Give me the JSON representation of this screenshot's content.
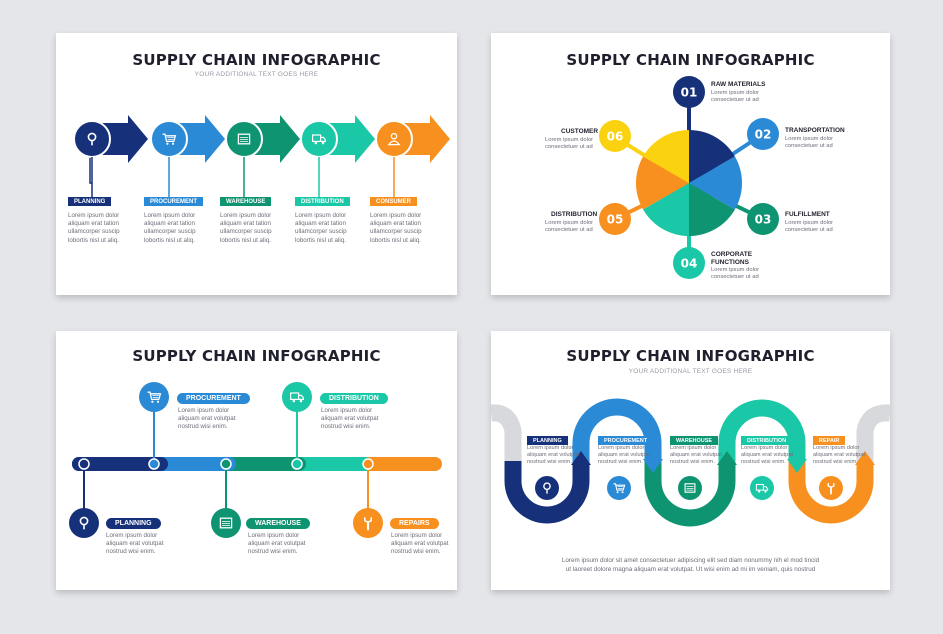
{
  "colors": {
    "navy": "#16307a",
    "blue": "#2b8ad6",
    "green": "#0f9472",
    "teal": "#1ac7a6",
    "orange": "#f7901e",
    "yellow": "#fbd20f",
    "gray": "#d7d9dc"
  },
  "panel1": {
    "title": "SUPPLY CHAIN INFOGRAPHIC",
    "subtitle": "YOUR ADDITIONAL TEXT GOES HERE",
    "steps": [
      {
        "label": "PLANNING",
        "icon": "map-pin-icon",
        "text": "Lorem ipsum dolor\naliquam erat tation\nullamcorper suscip\nlobortis nisl ut aliq."
      },
      {
        "label": "PROCUREMENT",
        "icon": "shopping-cart-icon",
        "text": "Lorem ipsum dolor\naliquam erat tation\nullamcorper suscip\nlobortis nisl ut aliq."
      },
      {
        "label": "WAREHOUSE",
        "icon": "warehouse-icon",
        "text": "Lorem ipsum dolor\naliquam erat tation\nullamcorper suscip\nlobortis nisl ut aliq."
      },
      {
        "label": "DISTRIBUTION",
        "icon": "truck-icon",
        "text": "Lorem ipsum dolor\naliquam erat tation\nullamcorper suscip\nlobortis nisl ut aliq."
      },
      {
        "label": "CONSUMER",
        "icon": "person-icon",
        "text": "Lorem ipsum dolor\naliquam erat tation\nullamcorper suscip\nlobortis nisl ut aliq."
      }
    ]
  },
  "panel2": {
    "title": "SUPPLY CHAIN INFOGRAPHIC",
    "items": [
      {
        "num": "01",
        "label": "RAW MATERIALS",
        "text": "Lorem ipsum dolor\nconsectetuer ut ad"
      },
      {
        "num": "02",
        "label": "TRANSPORTATION",
        "text": "Lorem ipsum dolor\nconsectetuer ut ad"
      },
      {
        "num": "03",
        "label": "FULFILLMENT",
        "text": "Lorem ipsum dolor\nconsectetuer ut ad"
      },
      {
        "num": "04",
        "label": "CORPORATE\nFUNCTIONS",
        "text": "Lorem ipsum dolor\nconsectetuer ut ad"
      },
      {
        "num": "05",
        "label": "DISTRIBUTION",
        "text": "Lorem ipsum dolor\nconsectetuer ut ad"
      },
      {
        "num": "06",
        "label": "CUSTOMER",
        "text": "Lorem ipsum dolor\nconsectetuer ut ad"
      }
    ]
  },
  "panel3": {
    "title": "SUPPLY CHAIN INFOGRAPHIC",
    "items": [
      {
        "label": "PROCUREMENT",
        "icon": "shopping-cart-icon",
        "text": "Lorem ipsum dolor\naliquam erat volutpat\nnostrud wisi enim."
      },
      {
        "label": "DISTRIBUTION",
        "icon": "truck-icon",
        "text": "Lorem ipsum dolor\naliquam erat volutpat\nnostrud wisi enim."
      },
      {
        "label": "PLANNING",
        "icon": "map-pin-icon",
        "text": "Lorem ipsum dolor\naliquam erat volutpat\nnostrud wisi enim."
      },
      {
        "label": "WAREHOUSE",
        "icon": "warehouse-icon",
        "text": "Lorem ipsum dolor\naliquam erat volutpat\nnostrud wisi enim."
      },
      {
        "label": "REPAIRS",
        "icon": "wrench-icon",
        "text": "Lorem ipsum dolor\naliquam erat volutpat\nnostrud wisi enim."
      }
    ]
  },
  "panel4": {
    "title": "SUPPLY CHAIN INFOGRAPHIC",
    "subtitle": "YOUR ADDITIONAL TEXT GOES HERE",
    "steps": [
      {
        "label": "PLANNING",
        "icon": "map-pin-icon",
        "text": "Lorem ipsum dolor\naliquam erat volutpat\nnostrud wisi enim."
      },
      {
        "label": "PROCUREMENT",
        "icon": "shopping-cart-icon",
        "text": "Lorem ipsum dolor\naliquam erat volutpat\nnostrud wisi enim."
      },
      {
        "label": "WAREHOUSE",
        "icon": "warehouse-icon",
        "text": "Lorem ipsum dolor\naliquam erat volutpat\nnostrud wisi enim."
      },
      {
        "label": "DISTRIBUTION",
        "icon": "truck-icon",
        "text": "Lorem ipsum dolor\naliquam erat volutpat\nnostrud wisi enim."
      },
      {
        "label": "REPAIR",
        "icon": "wrench-icon",
        "text": "Lorem ipsum dolor\naliquam erat volutpat\nnostrud wisi enim."
      }
    ],
    "footer": "Lorem ipsum dolor sit amet consectetuer adipiscing elit sed diam nonummy nih el mod tincid\nut laoreet dolore magna aliquam erat volutpat. Ut wisi enim ad mi im veniam, quis nostrud"
  }
}
